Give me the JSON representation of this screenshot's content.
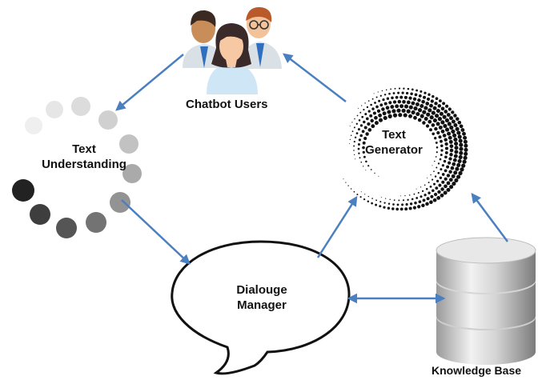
{
  "labels": {
    "users": "Chatbot Users",
    "understanding_l1": "Text",
    "understanding_l2": "Understanding",
    "generator_l1": "Text",
    "generator_l2": "Generator",
    "manager_l1": "Dialouge",
    "manager_l2": "Manager",
    "kb": "Knowledge Base"
  },
  "icons": {
    "users": "people-group-icon",
    "understanding": "spinner-dots-icon",
    "generator": "dotted-swirl-icon",
    "manager": "speech-bubble-icon",
    "kb": "database-icon"
  },
  "colors": {
    "arrow": "#4a7fc0",
    "text": "#111111",
    "db_light": "#e6e6e6",
    "db_dark": "#8d8d8d"
  }
}
